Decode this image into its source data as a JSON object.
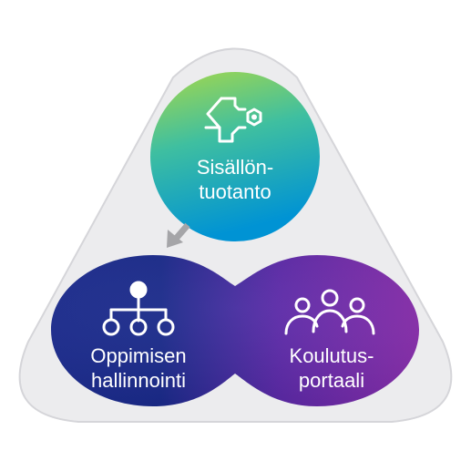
{
  "nodes": {
    "content_production": {
      "line1": "Sisällön-",
      "line2": "tuotanto",
      "icon": "wrench-gear-icon"
    },
    "learning_management": {
      "line1": "Oppimisen",
      "line2": "hallinnointi",
      "icon": "org-hierarchy-icon"
    },
    "training_portal": {
      "line1": "Koulutus-",
      "line2": "portaali",
      "icon": "people-group-icon"
    }
  },
  "arrow": {
    "direction": "down-left",
    "icon": "arrow-down-left-icon"
  },
  "colors": {
    "container_fill": "#ececee",
    "container_stroke": "#d6d6da",
    "top_circle_start": "#a6d84a",
    "top_circle_end": "#0098d6",
    "bottom_left": "#1d2b8f",
    "bottom_right": "#8a2fb0",
    "arrow": "#a5a5a8"
  }
}
